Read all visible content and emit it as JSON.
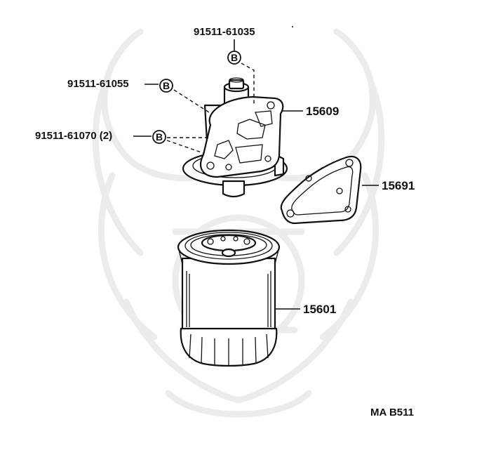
{
  "diagram": {
    "figure_code": "MA B511",
    "parts": [
      {
        "number": "91511-61035",
        "badge": "B"
      },
      {
        "number": "91511-61055",
        "badge": "B"
      },
      {
        "number": "91511-61070 (2)",
        "badge": "B"
      },
      {
        "number": "15609"
      },
      {
        "number": "15691"
      },
      {
        "number": "15601"
      }
    ]
  }
}
